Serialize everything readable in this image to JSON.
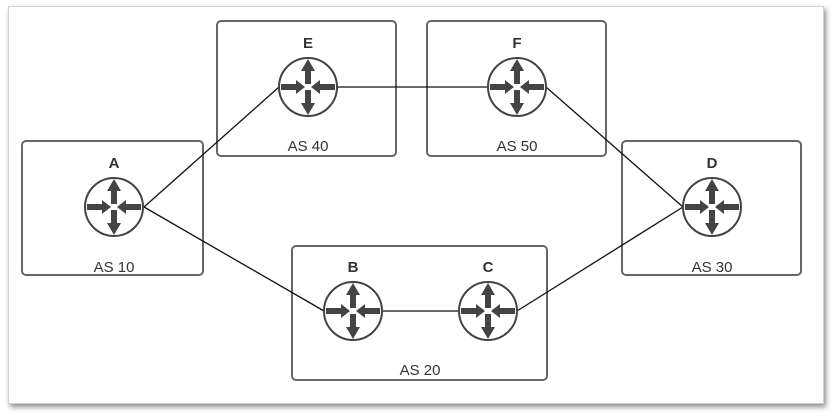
{
  "routers": {
    "A": {
      "label": "A",
      "as": "AS 10"
    },
    "B": {
      "label": "B"
    },
    "C": {
      "label": "C"
    },
    "D": {
      "label": "D",
      "as": "AS 30"
    },
    "E": {
      "label": "E",
      "as": "AS 40"
    },
    "F": {
      "label": "F",
      "as": "AS 50"
    }
  },
  "as20": "AS 20",
  "links": [
    [
      "A",
      "E"
    ],
    [
      "A",
      "B"
    ],
    [
      "E",
      "F"
    ],
    [
      "F",
      "D"
    ],
    [
      "B",
      "C"
    ],
    [
      "C",
      "D"
    ]
  ]
}
